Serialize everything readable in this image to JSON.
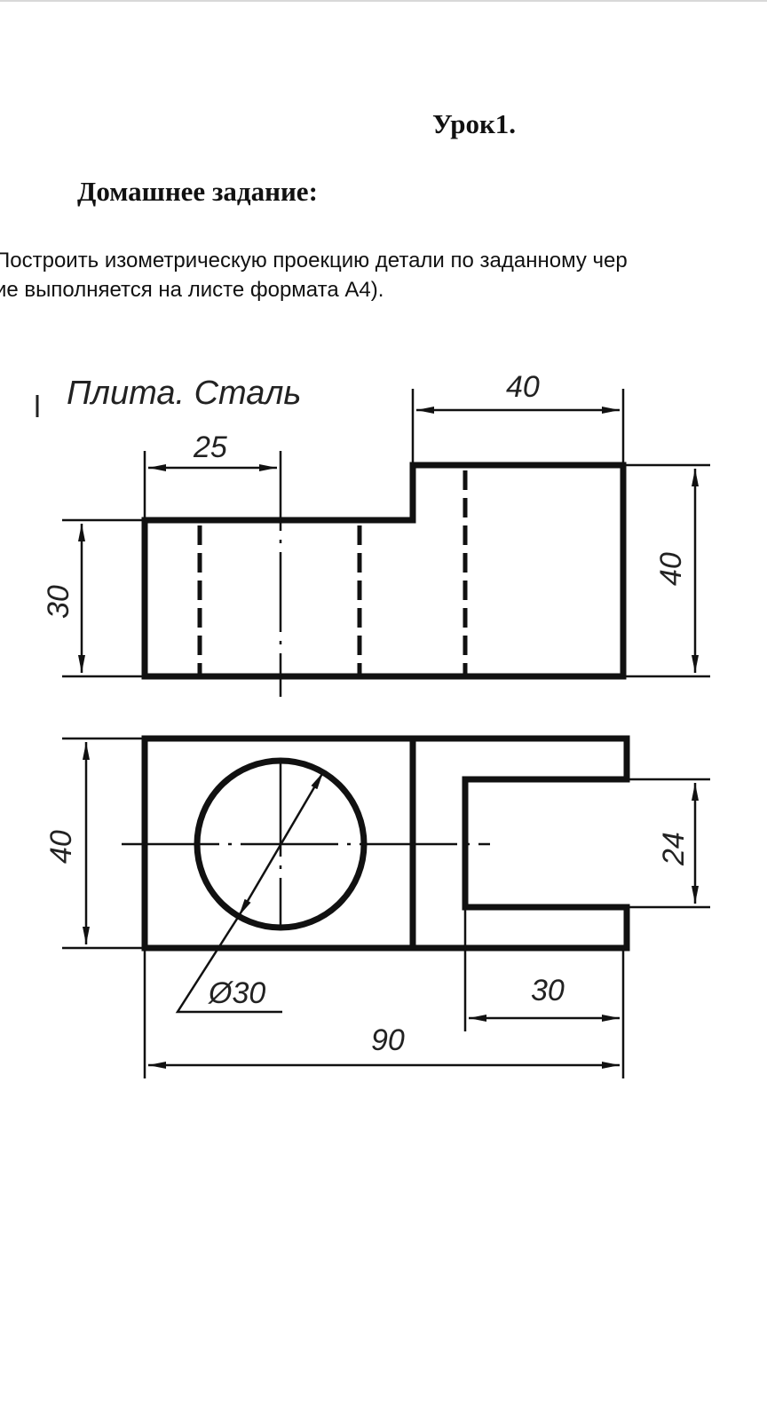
{
  "document": {
    "lesson_title": "Урок1.",
    "section_heading": "Домашнее задание:",
    "task_lines": [
      "Построить изометрическую проекцию детали по заданному чер",
      "ие выполняется на листе формата А4)."
    ]
  },
  "drawing": {
    "title": "Плита. Сталь",
    "dimensions": {
      "hole_offset": "25",
      "upper_width": "40",
      "front_lower_height": "30",
      "front_upper_height": "40",
      "top_depth": "40",
      "slot_width": "24",
      "hole_diameter": "Ø30",
      "slot_length": "30",
      "overall_length": "90"
    }
  }
}
